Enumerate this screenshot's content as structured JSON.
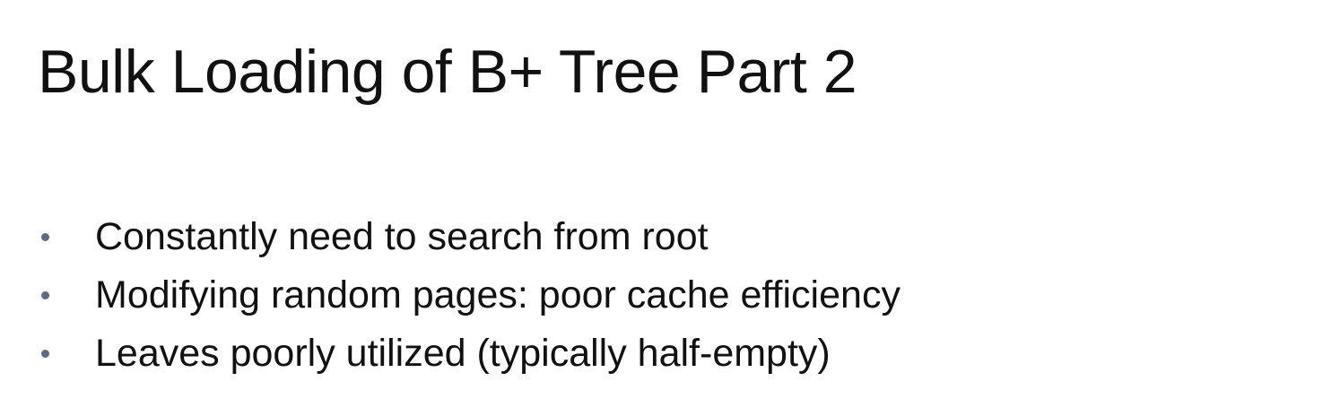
{
  "slide": {
    "title": "Bulk Loading of B+ Tree Part 2",
    "bullets": [
      {
        "text": "Constantly need to search from root"
      },
      {
        "text": "Modifying random pages: poor cache efficiency"
      },
      {
        "text": "Leaves poorly utilized (typically half-empty)"
      }
    ]
  },
  "colors": {
    "text": "#111111",
    "bullet": "#5b6a86",
    "background": "#ffffff"
  }
}
